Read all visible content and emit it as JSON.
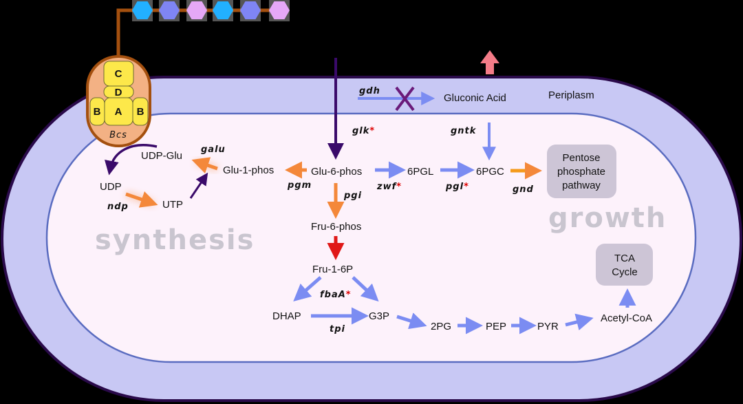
{
  "colors": {
    "background": "#000000",
    "outer_membrane_stroke": "#2a0a4a",
    "periplasm": "#c8c8f4",
    "inner_membrane_stroke": "#5a6cc0",
    "cytoplasm": "#fdf2fb",
    "blue_arrow": "#7b8cf2",
    "orange_arrow": "#f4883a",
    "red_arrow": "#e01818",
    "purple_arrow": "#3a0a6a",
    "pink_arrow": "#f47c88",
    "x_mark": "#6a1a7a",
    "bcs_body": "#f3b184",
    "bcs_border": "#a4500f",
    "subunit": "#fde84a",
    "pathway_box": "#cdc5d6",
    "chain_hex": [
      "#22b0ff",
      "#7f85f4",
      "#e5a8f7",
      "#22b0ff",
      "#7f85f4",
      "#e5a8f7"
    ]
  },
  "compartments": {
    "periplasm": "Periplasm"
  },
  "bcs": {
    "name": "Bcs",
    "subunits": [
      "C",
      "D",
      "B",
      "A",
      "B"
    ]
  },
  "metabolites": {
    "gluconic_acid": "Gluconic Acid",
    "glu6p": "Glu-6-phos",
    "glu1p": "Glu-1-phos",
    "udp_glu": "UDP-Glu",
    "udp": "UDP",
    "utp": "UTP",
    "pgl6": "6PGL",
    "pgc6": "6PGC",
    "fru6p": "Fru-6-phos",
    "fru16p": "Fru-1-6P",
    "dhap": "DHAP",
    "g3p": "G3P",
    "pg2": "2PG",
    "pep": "PEP",
    "pyr": "PYR",
    "acetyl_coa": "Acetyl-CoA"
  },
  "genes": {
    "gdh": "gdh",
    "glk": "glk",
    "gntk": "gntk",
    "galu": "galu",
    "pgm": "pgm",
    "ndp": "ndp",
    "pgi": "pgi",
    "zwf": "zwf",
    "pgl": "pgl",
    "gnd": "gnd",
    "fbaA": "fbaA",
    "tpi": "tpi",
    "star": "*"
  },
  "pathway_boxes": {
    "ppp": [
      "Pentose",
      "phosphate",
      "pathway"
    ],
    "tca": [
      "TCA",
      "Cycle"
    ]
  },
  "watermarks": {
    "synthesis": "synthesis",
    "growth": "growth"
  }
}
